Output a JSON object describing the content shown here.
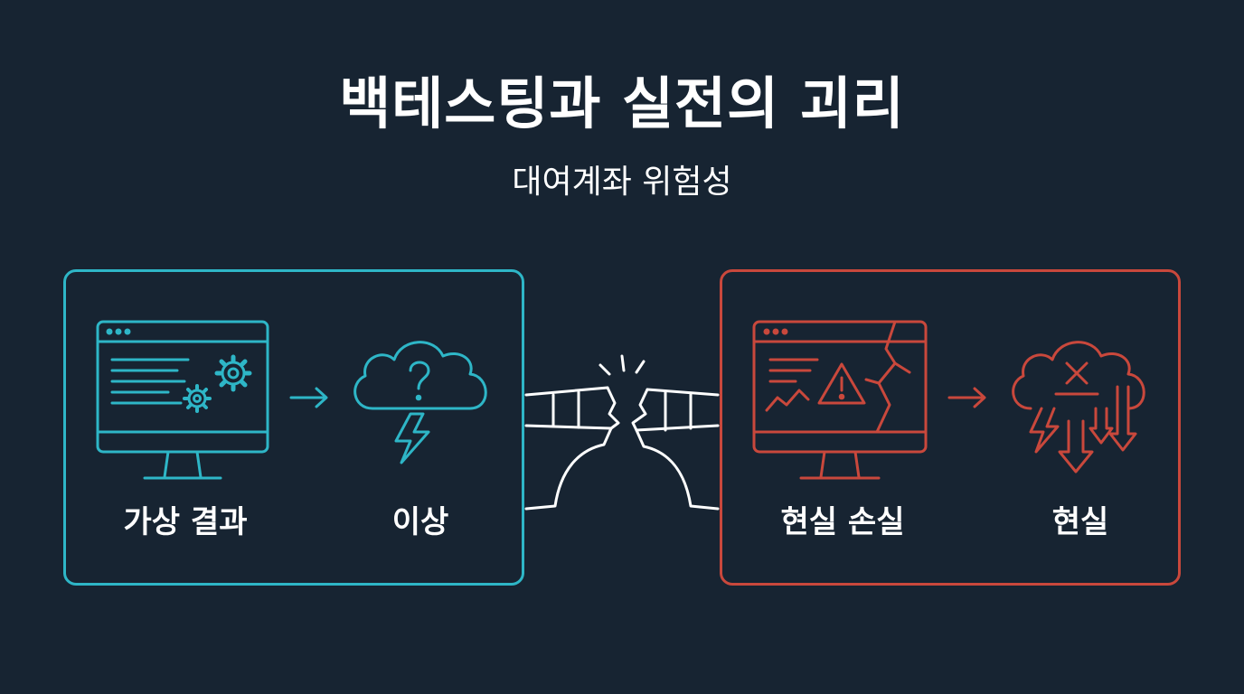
{
  "title": "백테스팅과 실전의 괴리",
  "subtitle": "대여계좌 위험성",
  "left_panel": {
    "accent": "#2eb6c7",
    "label_1": "가상 결과",
    "label_2": "이상",
    "icon_1": "monitor-gears-icon",
    "icon_2": "cloud-question-lightning-icon"
  },
  "right_panel": {
    "accent": "#c9483c",
    "label_1": "현실 손실",
    "label_2": "현실",
    "icon_1": "broken-monitor-warning-icon",
    "icon_2": "cloud-x-falling-arrows-icon"
  },
  "bridge_icon": "broken-bridge-icon"
}
